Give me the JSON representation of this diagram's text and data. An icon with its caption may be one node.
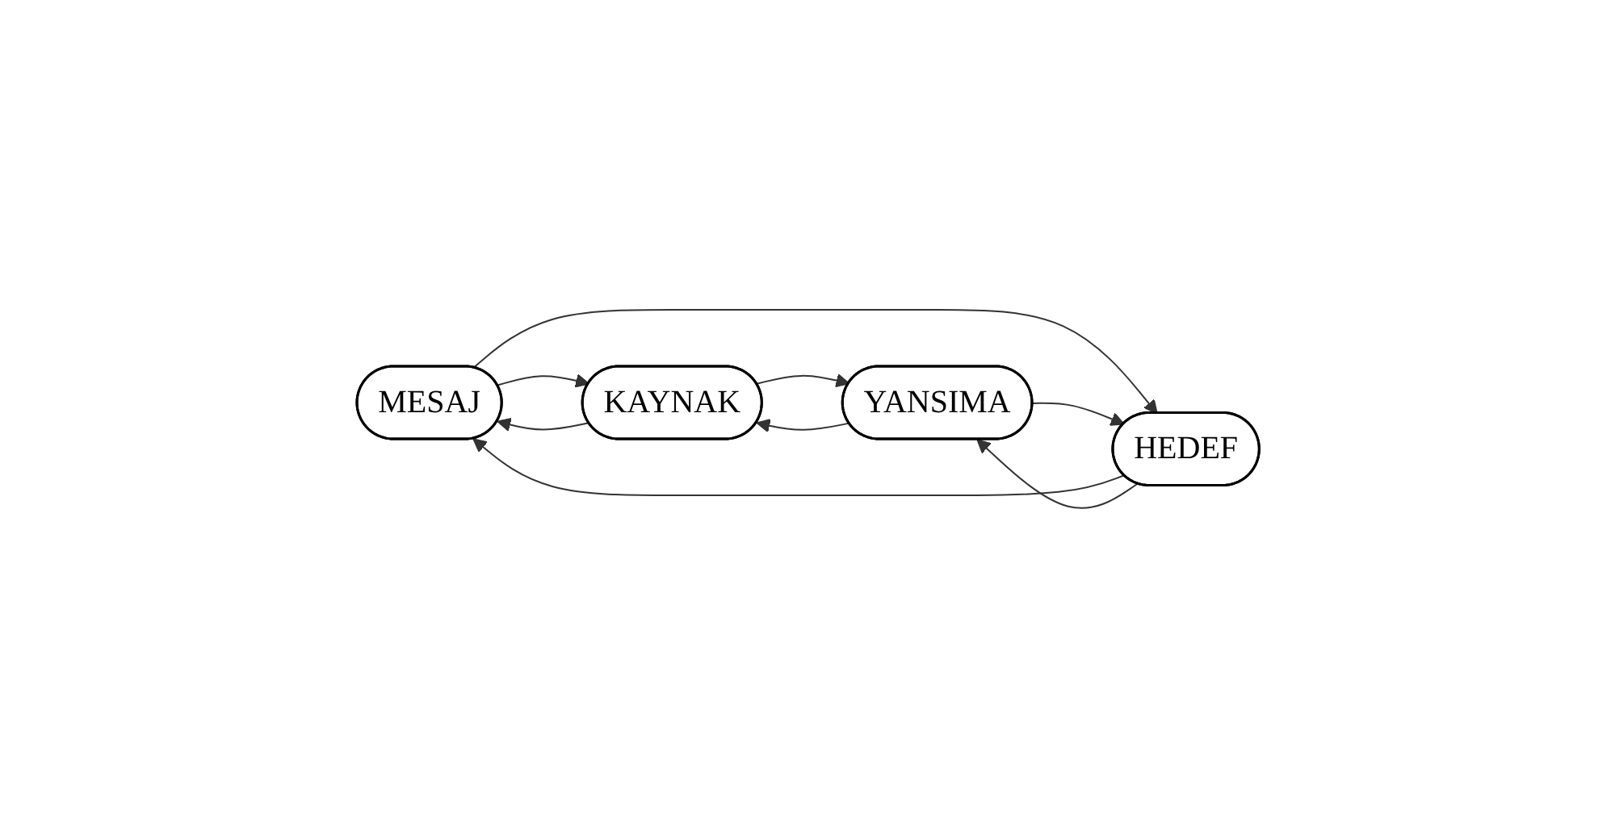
{
  "diagram": {
    "nodes": [
      {
        "text": [
          "MESAJ"
        ]
      },
      {
        "text": [
          "KAYNAK"
        ]
      },
      {
        "text": [
          "HEDEF"
        ]
      },
      {
        "text": [
          "YANSIMA"
        ]
      }
    ],
    "edges": [
      {
        "from": 1,
        "to": 0,
        "arrow": "to"
      },
      {
        "from": 0,
        "to": 1,
        "arrow": "to"
      },
      {
        "from": 0,
        "to": 2,
        "arrow": "to"
      },
      {
        "from": 2,
        "to": 0,
        "arrow": "to"
      },
      {
        "from": 2,
        "to": 3,
        "arrow": "to"
      },
      {
        "from": 3,
        "to": 2,
        "arrow": "to"
      },
      {
        "from": 3,
        "to": 1,
        "arrow": "to"
      },
      {
        "from": 1,
        "to": 3,
        "arrow": "to"
      }
    ]
  }
}
